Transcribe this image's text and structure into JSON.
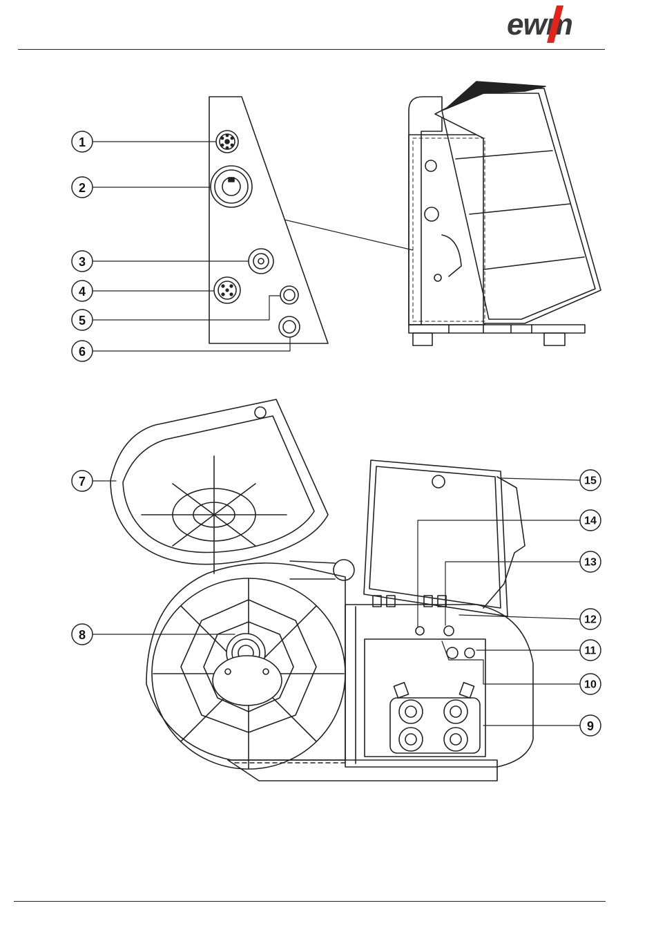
{
  "brand": {
    "logo_text": "ewm",
    "accent_color": "#e3241b"
  },
  "callouts": [
    {
      "number": "1"
    },
    {
      "number": "2"
    },
    {
      "number": "3"
    },
    {
      "number": "4"
    },
    {
      "number": "5"
    },
    {
      "number": "6"
    },
    {
      "number": "7"
    },
    {
      "number": "8"
    },
    {
      "number": "9"
    },
    {
      "number": "10"
    },
    {
      "number": "11"
    },
    {
      "number": "12"
    },
    {
      "number": "13"
    },
    {
      "number": "14"
    },
    {
      "number": "15"
    }
  ],
  "figures": {
    "top_left": "connector-panel-detail",
    "top_right": "device-side-view",
    "bottom": "wire-feeder-open-view"
  },
  "icons": [
    "ewm-logo-icon"
  ]
}
